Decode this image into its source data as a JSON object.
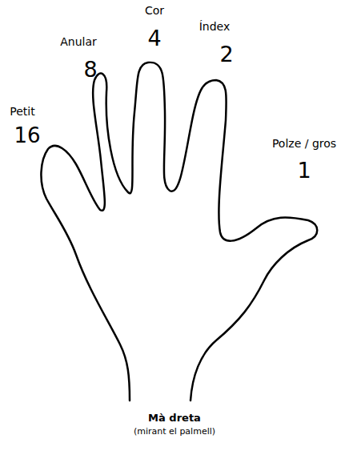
{
  "diagram": {
    "caption": "Mà dreta",
    "labels": [
      "Cor",
      "4",
      "Índex",
      "2",
      "Anular",
      "8",
      "Petit",
      "16",
      "Polze / gros",
      "1",
      "(mirant el palmell)"
    ]
  }
}
